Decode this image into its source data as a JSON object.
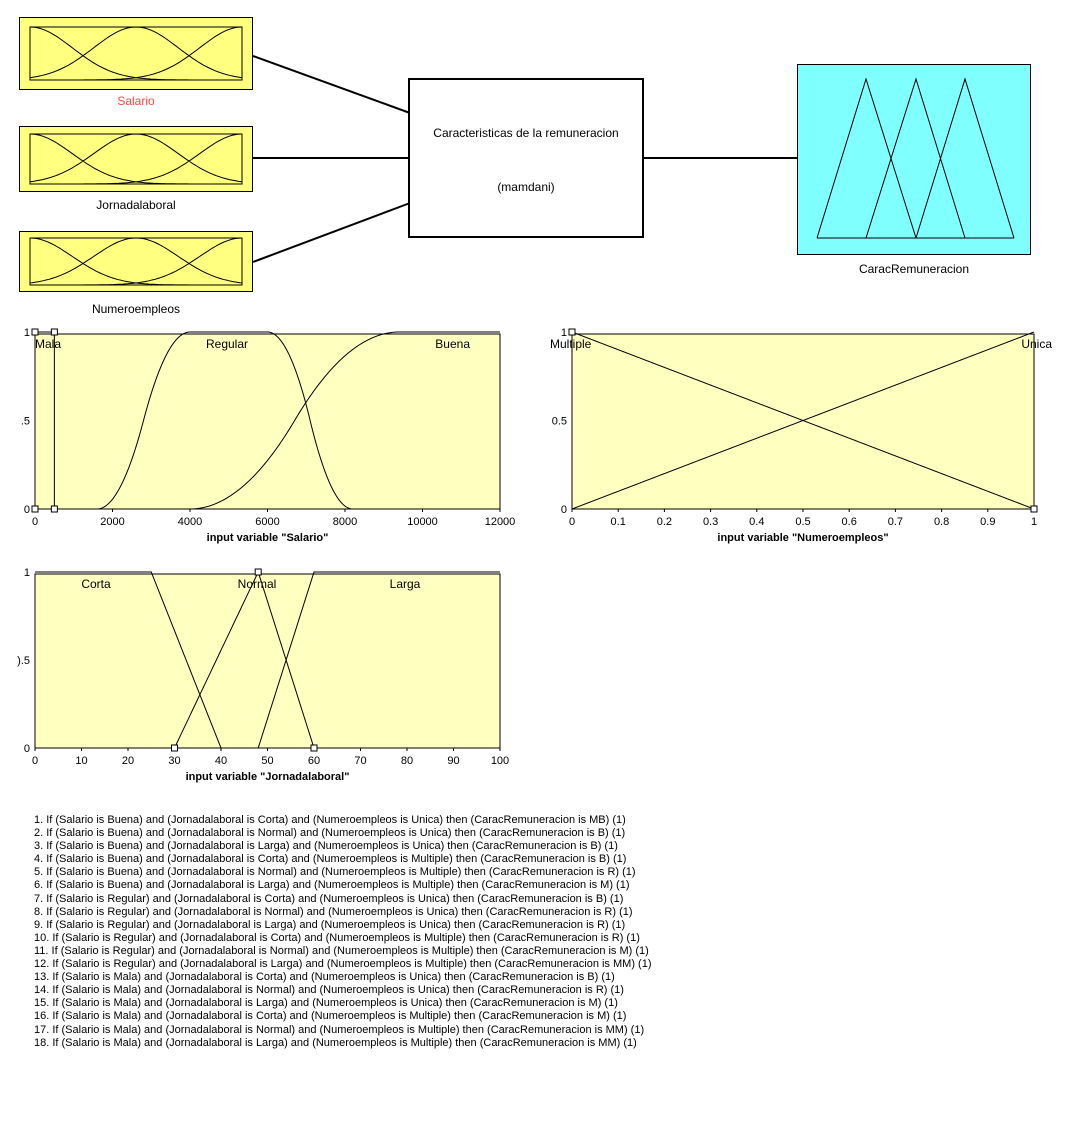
{
  "fis": {
    "name": "Caracteristicas de la remuneracion",
    "type": "(mamdani)",
    "inputs": [
      "Salario",
      "Jornadalaboral",
      "Numeroempleos"
    ],
    "output": "CaracRemuneracion",
    "selected_input": "Salario",
    "colors": {
      "input": "#ffff80",
      "output": "#80ffff",
      "selected_label": "#ff4444",
      "plot_bg": "#ffffc0"
    }
  },
  "plots": {
    "salario": {
      "xlabel": "input variable \"Salario\"",
      "xticks": [
        "0",
        "2000",
        "4000",
        "6000",
        "8000",
        "10000",
        "12000"
      ],
      "yticks": [
        "1",
        ".5",
        "0"
      ],
      "xlim": [
        0,
        12000
      ],
      "mfs": [
        {
          "name": "Mala",
          "type": "trap",
          "params": [
            0,
            0,
            500,
            500
          ]
        },
        {
          "name": "Regular",
          "type": "pimf",
          "params": [
            1600,
            4000,
            6000,
            8200
          ]
        },
        {
          "name": "Buena",
          "type": "smf",
          "params": [
            4000,
            9400
          ]
        }
      ]
    },
    "numeroempleos": {
      "xlabel": "input variable \"Numeroempleos\"",
      "xticks": [
        "0",
        "0.1",
        "0.2",
        "0.3",
        "0.4",
        "0.5",
        "0.6",
        "0.7",
        "0.8",
        "0.9",
        "1"
      ],
      "yticks": [
        "1",
        "0.5",
        "0"
      ],
      "xlim": [
        0,
        1
      ],
      "mfs": [
        {
          "name": "Multiple",
          "type": "trimf",
          "params": [
            0,
            0,
            1
          ]
        },
        {
          "name": "Unica",
          "type": "trimf",
          "params": [
            0,
            1,
            1
          ]
        }
      ]
    },
    "jornadalaboral": {
      "xlabel": "input variable \"Jornadalaboral\"",
      "xticks": [
        "0",
        "10",
        "20",
        "30",
        "40",
        "50",
        "60",
        "70",
        "80",
        "90",
        "100"
      ],
      "yticks": [
        "1",
        ").5",
        "0"
      ],
      "xlim": [
        0,
        100
      ],
      "mfs": [
        {
          "name": "Corta",
          "type": "trapmf",
          "params": [
            0,
            0,
            25,
            40
          ]
        },
        {
          "name": "Normal",
          "type": "trimf",
          "params": [
            30,
            48,
            60
          ]
        },
        {
          "name": "Larga",
          "type": "trapmf",
          "params": [
            48,
            60,
            100,
            100
          ]
        }
      ]
    }
  },
  "rules": [
    "1. If (Salario is Buena) and (Jornadalaboral is Corta) and (Numeroempleos is Unica) then (CaracRemuneracion is MB) (1)",
    "2. If (Salario is Buena) and (Jornadalaboral is Normal) and (Numeroempleos is Unica) then (CaracRemuneracion is B) (1)",
    "3. If (Salario is Buena) and (Jornadalaboral is Larga) and (Numeroempleos is Unica) then (CaracRemuneracion is B) (1)",
    "4. If (Salario is Buena) and (Jornadalaboral is Corta) and (Numeroempleos is Multiple) then (CaracRemuneracion is B) (1)",
    "5. If (Salario is Buena) and (Jornadalaboral is Normal) and (Numeroempleos is Multiple) then (CaracRemuneracion is R) (1)",
    "6. If (Salario is Buena) and (Jornadalaboral is Larga) and (Numeroempleos is Multiple) then (CaracRemuneracion is M) (1)",
    "7. If (Salario is Regular) and (Jornadalaboral is Corta) and (Numeroempleos is Unica) then (CaracRemuneracion is B) (1)",
    "8. If (Salario is Regular) and (Jornadalaboral is Normal) and (Numeroempleos is Unica) then (CaracRemuneracion is R) (1)",
    "9. If (Salario is Regular) and (Jornadalaboral is Larga) and (Numeroempleos is Unica) then (CaracRemuneracion is R) (1)",
    "10. If (Salario is Regular) and (Jornadalaboral is Corta) and (Numeroempleos is Multiple) then (CaracRemuneracion is R) (1)",
    "11. If (Salario is Regular) and (Jornadalaboral is Normal) and (Numeroempleos is Multiple) then (CaracRemuneracion is M) (1)",
    "12. If (Salario is Regular) and (Jornadalaboral is Larga) and (Numeroempleos is Multiple) then (CaracRemuneracion is MM) (1)",
    "13. If (Salario is Mala) and (Jornadalaboral is Corta) and (Numeroempleos is Unica) then (CaracRemuneracion is B) (1)",
    "14. If (Salario is Mala) and (Jornadalaboral is Normal) and (Numeroempleos is Unica) then (CaracRemuneracion is R) (1)",
    "15. If (Salario is Mala) and (Jornadalaboral is Larga) and (Numeroempleos is Unica) then (CaracRemuneracion is M) (1)",
    "16. If (Salario is Mala) and (Jornadalaboral is Corta) and (Numeroempleos is Multiple) then (CaracRemuneracion is M) (1)",
    "17. If (Salario is Mala) and (Jornadalaboral is Normal) and (Numeroempleos is Multiple) then (CaracRemuneracion is MM) (1)",
    "18. If (Salario is Mala) and (Jornadalaboral is Larga) and (Numeroempleos is Multiple) then (CaracRemuneracion is MM) (1)"
  ]
}
